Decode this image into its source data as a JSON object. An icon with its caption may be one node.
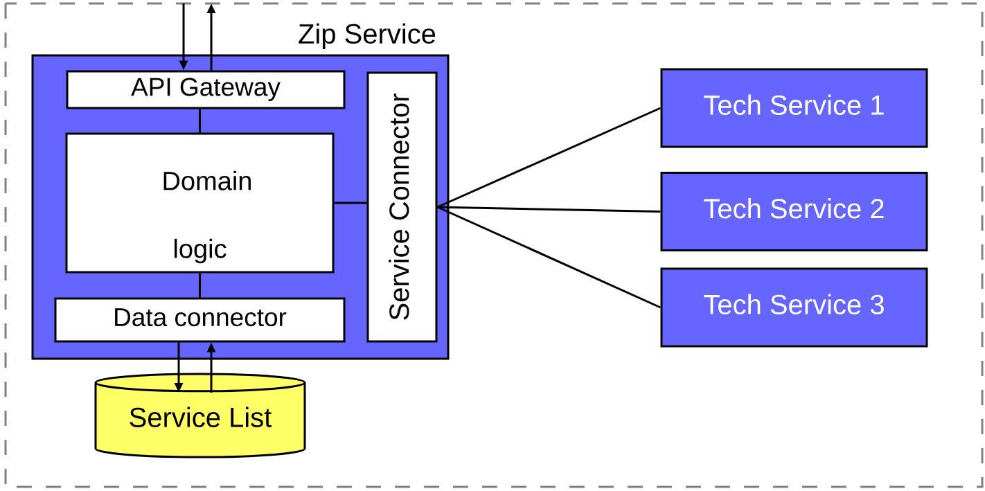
{
  "diagram": {
    "nodes": [
      {
        "text": [
          "Zip Service"
        ]
      },
      {
        "text": [
          "API Gateway"
        ],
        "in": 0
      },
      {
        "text": [
          "Domain logic"
        ],
        "in": 0
      },
      {
        "text": [
          "Data connector"
        ],
        "in": 0
      },
      {
        "text": [
          "Service Connector"
        ],
        "in": 0
      },
      {
        "text": [
          "Service List"
        ]
      },
      {
        "text": [
          "Tech Service 1"
        ]
      },
      {
        "text": [
          "Tech Service 2"
        ]
      },
      {
        "text": [
          "Tech Service 3"
        ]
      }
    ],
    "edges": [
      {
        "from": null,
        "to": 1,
        "arrow": "to"
      },
      {
        "from": 1,
        "to": null,
        "arrow": "to"
      },
      {
        "from": 1,
        "to": 2,
        "arrow": "none"
      },
      {
        "from": 2,
        "to": 4,
        "arrow": "none"
      },
      {
        "from": 2,
        "to": 3,
        "arrow": "none"
      },
      {
        "from": 3,
        "to": 5,
        "arrow": "to"
      },
      {
        "from": 5,
        "to": 3,
        "arrow": "to"
      },
      {
        "from": 4,
        "to": 6,
        "arrow": "none"
      },
      {
        "from": 4,
        "to": 7,
        "arrow": "none"
      },
      {
        "from": 4,
        "to": 8,
        "arrow": "none"
      }
    ]
  }
}
